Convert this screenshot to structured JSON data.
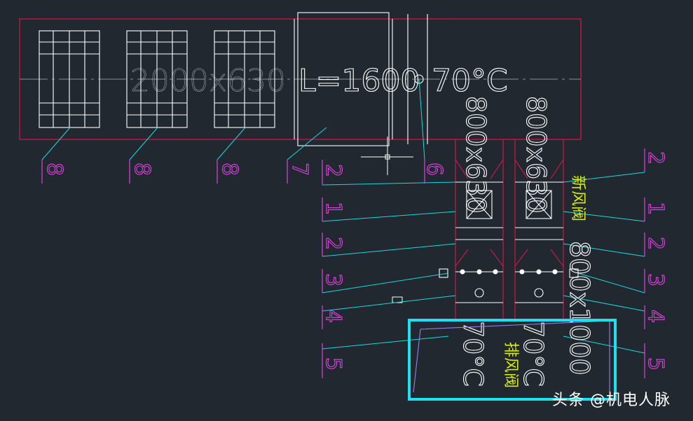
{
  "drawing": {
    "colors": {
      "background": "#212830",
      "red_outline": "#c8184a",
      "white_lines": "#ffffff",
      "cyan_leaders": "#19d9e0",
      "magenta_tags": "#e040e0",
      "yellow_text": "#d4e81a",
      "highlight_box": "#1ee0ee",
      "gray_center": "#8a8f96"
    },
    "labels": {
      "duct_size_main": "2000x630",
      "length_dim": "L=1600",
      "temp_top": "70°C",
      "duct_size_v1": "800x630",
      "duct_size_v2": "800x630",
      "duct_size_v3": "800x1000",
      "temp_bottom_1": "70°C",
      "temp_bottom_2": "70°C",
      "fresh_air_damper": "新风阀",
      "exhaust_valve": "排风阀"
    },
    "tags_top": [
      "8",
      "8",
      "8",
      "7",
      "6"
    ],
    "tags_left": [
      "2",
      "1",
      "2",
      "3",
      "4",
      "5"
    ],
    "tags_right": [
      "2",
      "1",
      "2",
      "3",
      "4",
      "5"
    ]
  },
  "watermark": "头条 @机电人脉"
}
